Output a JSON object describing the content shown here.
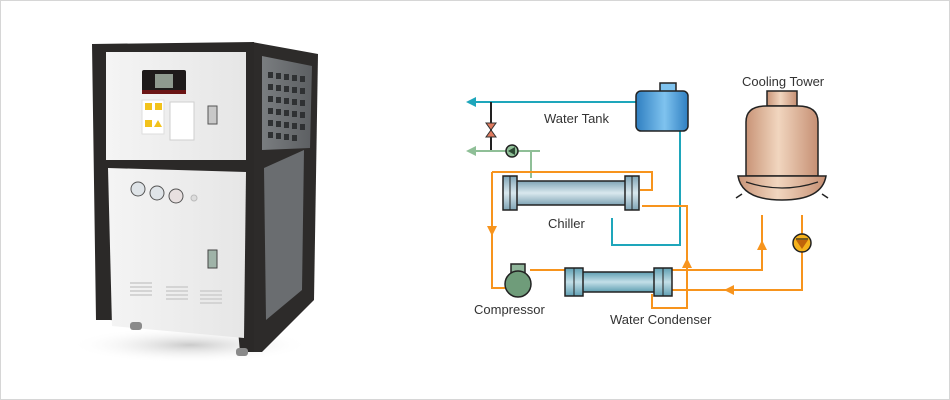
{
  "product": {
    "name": "Water-cooled industrial chiller unit"
  },
  "diagram": {
    "labels": {
      "water_tank": "Water Tank",
      "cooling_tower": "Cooling Tower",
      "chiller": "Chiller",
      "compressor": "Compressor",
      "water_condenser": "Water Condenser"
    },
    "colors": {
      "refrigerant_line": "#f7941d",
      "chilled_water_line": "#1ea6bb",
      "process_return_line": "#8fbf97",
      "tank_fill": "#4aa3df",
      "tower_fill": "#e2b69a",
      "exchanger_fill": "#7fb8c8",
      "compressor_fill": "#6f9c7a",
      "pump_fill": "#f5b21b"
    }
  }
}
